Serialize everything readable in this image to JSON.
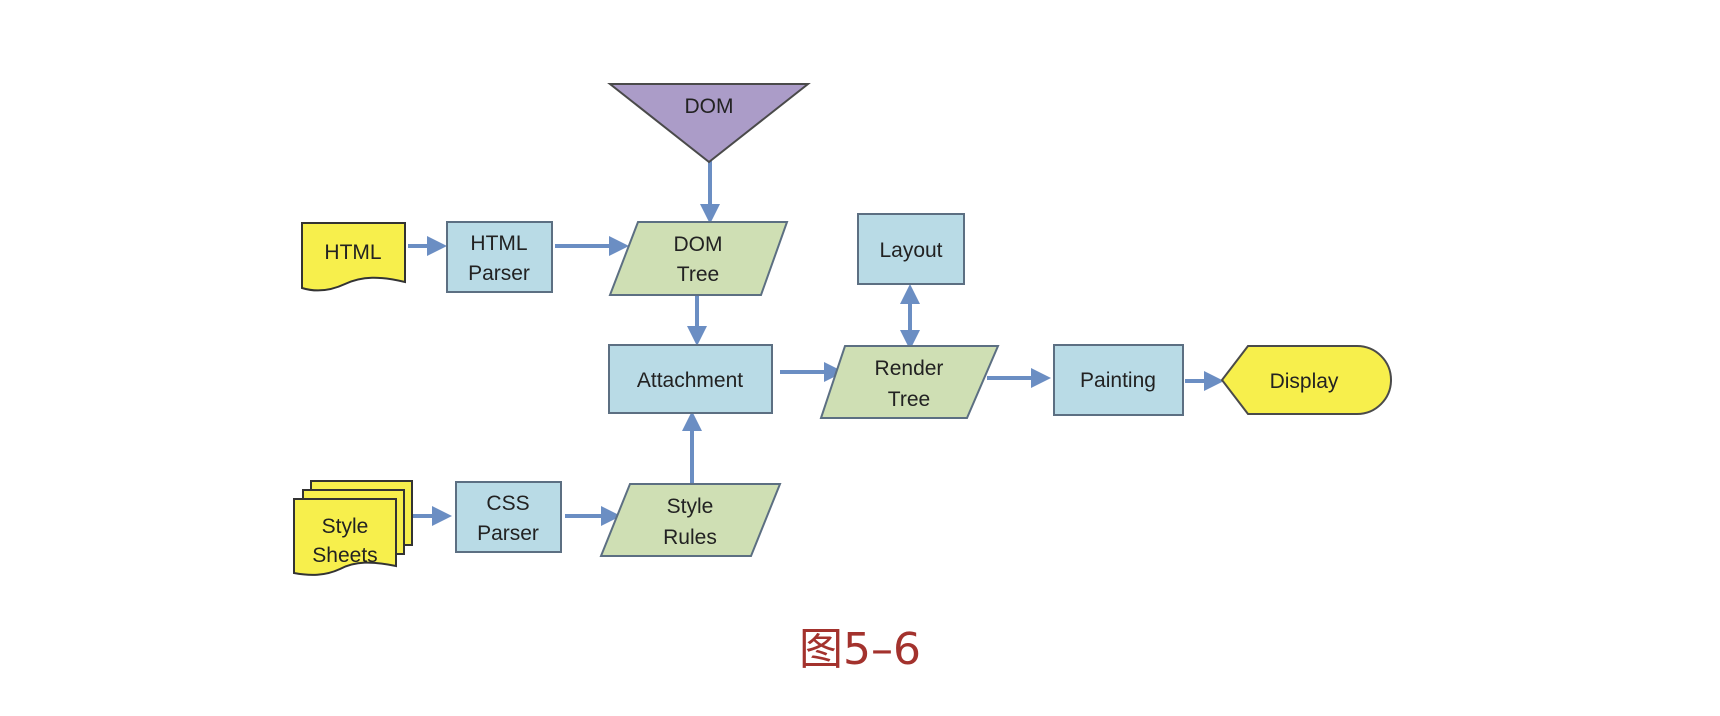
{
  "colors": {
    "doc_fill": "#f7ef4c",
    "process_fill": "#b9dbe6",
    "data_fill": "#cfdfb4",
    "merge_fill": "#ab9cc8",
    "display_fill": "#f7ef4c",
    "arrow": "#6b8ec3",
    "stroke": "#5c6f82",
    "caption": "#a3322d"
  },
  "nodes": {
    "dom": "DOM",
    "html": "HTML",
    "html_parser": [
      "HTML",
      "Parser"
    ],
    "dom_tree": [
      "DOM",
      "Tree"
    ],
    "layout": "Layout",
    "attachment": "Attachment",
    "render_tree": [
      "Render",
      "Tree"
    ],
    "painting": "Painting",
    "display": "Display",
    "style_sheets": [
      "Style",
      "Sheets"
    ],
    "css_parser": [
      "CSS",
      "Parser"
    ],
    "style_rules": [
      "Style",
      "Rules"
    ]
  },
  "caption": "图5–6"
}
